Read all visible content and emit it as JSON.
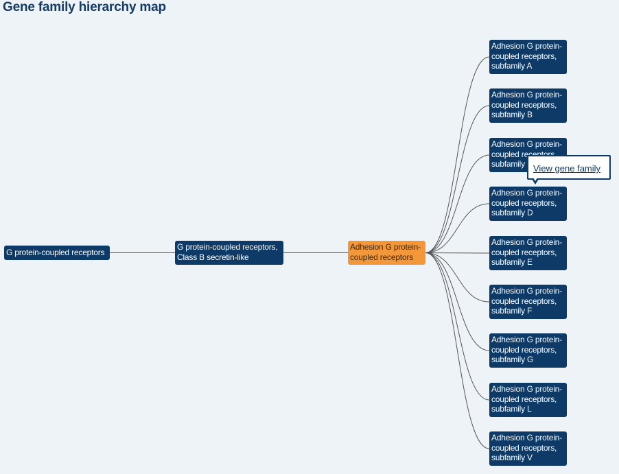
{
  "title": "Gene family hierarchy map",
  "root": {
    "label": "G protein-coupled receptors"
  },
  "class_node": {
    "label": "G protein-coupled receptors, Class B secretin-like"
  },
  "selected_node": {
    "label": "Adhesion G protein-coupled receptors"
  },
  "subfamilies": [
    {
      "label": "Adhesion G protein-coupled receptors, subfamily A"
    },
    {
      "label": "Adhesion G protein-coupled receptors, subfamily B"
    },
    {
      "label": "Adhesion G protein-coupled receptors, subfamily C"
    },
    {
      "label": "Adhesion G protein-coupled receptors, subfamily D"
    },
    {
      "label": "Adhesion G protein-coupled receptors, subfamily E"
    },
    {
      "label": "Adhesion G protein-coupled receptors, subfamily F"
    },
    {
      "label": "Adhesion G protein-coupled receptors, subfamily G"
    },
    {
      "label": "Adhesion G protein-coupled receptors, subfamily L"
    },
    {
      "label": "Adhesion G protein-coupled receptors, subfamily V"
    }
  ],
  "tooltip": {
    "link_label": "View gene family"
  },
  "colors": {
    "node": "#0d3a66",
    "selected": "#f2973a",
    "edge": "#555555",
    "background": "#eef3f8"
  }
}
